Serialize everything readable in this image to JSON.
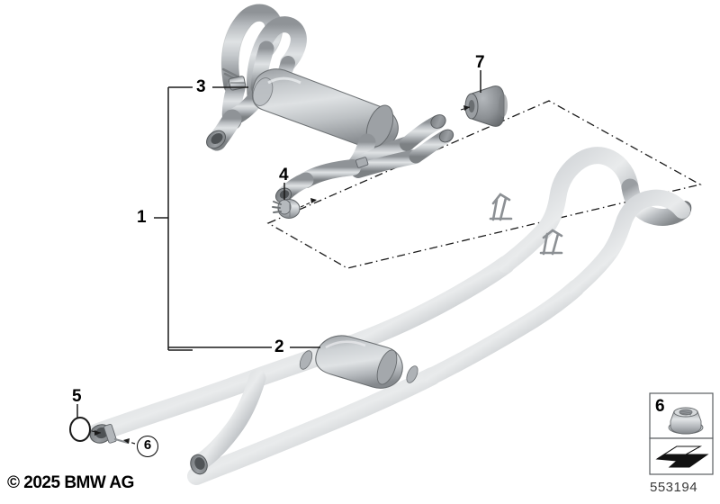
{
  "document": {
    "type": "parts-diagram",
    "title": "BMW exhaust system exploded parts illustration",
    "copyright": "© 2025 BMW AG",
    "part_number": "553194",
    "background_color": "#ffffff"
  },
  "callouts": [
    {
      "id": "1",
      "label": "1",
      "kind": "bracket",
      "describes": "rear-silencer-assembly"
    },
    {
      "id": "2",
      "label": "2",
      "kind": "leader",
      "describes": "centre-pipe-with-resonator"
    },
    {
      "id": "3",
      "label": "3",
      "kind": "leader",
      "describes": "exhaust-clamp"
    },
    {
      "id": "4",
      "label": "4",
      "kind": "leader",
      "describes": "pipe-clamp"
    },
    {
      "id": "5",
      "label": "5",
      "kind": "leader",
      "describes": "gasket-ring"
    },
    {
      "id": "6",
      "label": "6",
      "kind": "circled",
      "describes": "flange-nut"
    },
    {
      "id": "7",
      "label": "7",
      "kind": "leader",
      "describes": "rubber-mounting-bush"
    }
  ],
  "inset": {
    "item_label": "6",
    "item_name": "flange-nut",
    "arrow_symbol": "direction-arrow"
  },
  "colors": {
    "line": "#1a1a1a",
    "metal_light": "#d8dbde",
    "metal_mid": "#b4b8bc",
    "metal_dark": "#8d9195",
    "metal_shadow": "#6d7174",
    "metal_highlight": "#f2f4f5",
    "outline": "#5a5e61",
    "text": "#000000",
    "partnumber_text": "#3a3a3a"
  },
  "groups": {
    "rear_silencer": "Rear silencer with twin tailpipes and Y-junction",
    "centre_pipe": "Centre pipe assembly with centre resonator box",
    "dashed_region": "Dash-dot parallelogram marking alternative fitment area"
  }
}
